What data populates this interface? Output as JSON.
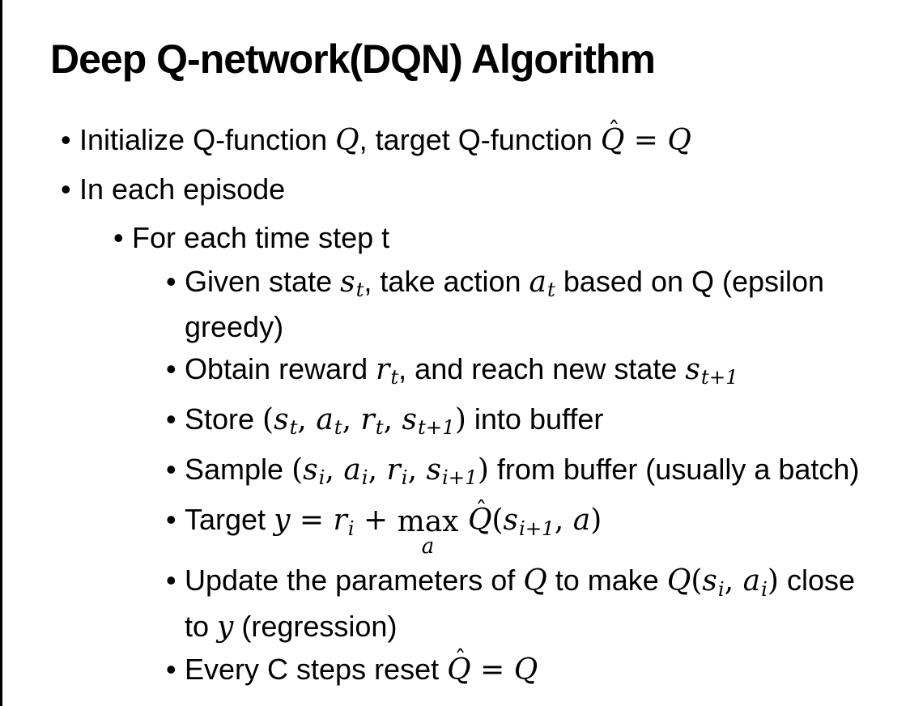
{
  "slide": {
    "title": "Deep Q-network(DQN) Algorithm",
    "bullet_char": "•",
    "hat_char": "ˆ",
    "colors": {
      "background": "#ffffff",
      "text": "#000000",
      "left_edge_line": "#000000"
    },
    "bullets": [
      {
        "level": 1,
        "lines": [
          [
            {
              "t": "text",
              "v": "Initialize Q-function "
            },
            {
              "t": "math",
              "v": "Q"
            },
            {
              "t": "text",
              "v": ", target Q-function "
            },
            {
              "t": "mhat",
              "v": "Q"
            },
            {
              "t": "mathup",
              "v": " = "
            },
            {
              "t": "math",
              "v": "Q"
            }
          ]
        ]
      },
      {
        "level": 1,
        "lines": [
          [
            {
              "t": "text",
              "v": "In each episode"
            }
          ]
        ]
      },
      {
        "level": 2,
        "lines": [
          [
            {
              "t": "text",
              "v": "For each time step t"
            }
          ]
        ]
      },
      {
        "level": 3,
        "lines": [
          [
            {
              "t": "text",
              "v": "Given state "
            },
            {
              "t": "msub",
              "v": "s",
              "s": "t"
            },
            {
              "t": "text",
              "v": ", take action "
            },
            {
              "t": "msub",
              "v": "a",
              "s": "t"
            },
            {
              "t": "text",
              "v": " based on Q (epsilon"
            }
          ],
          [
            {
              "t": "text",
              "v": "greedy)"
            }
          ]
        ]
      },
      {
        "level": 3,
        "lines": [
          [
            {
              "t": "text",
              "v": "Obtain reward "
            },
            {
              "t": "msub",
              "v": "r",
              "s": "t"
            },
            {
              "t": "text",
              "v": ", and reach new state "
            },
            {
              "t": "msub",
              "v": "s",
              "s": "t+1"
            }
          ]
        ]
      },
      {
        "level": 3,
        "lines": [
          [
            {
              "t": "text",
              "v": "Store "
            },
            {
              "t": "mathup",
              "v": "("
            },
            {
              "t": "msub",
              "v": "s",
              "s": "t"
            },
            {
              "t": "mathup",
              "v": ", "
            },
            {
              "t": "msub",
              "v": "a",
              "s": "t"
            },
            {
              "t": "mathup",
              "v": ", "
            },
            {
              "t": "msub",
              "v": "r",
              "s": "t"
            },
            {
              "t": "mathup",
              "v": ", "
            },
            {
              "t": "msub",
              "v": "s",
              "s": "t+1"
            },
            {
              "t": "mathup",
              "v": ")"
            },
            {
              "t": "text",
              "v": " into buffer"
            }
          ]
        ]
      },
      {
        "level": 3,
        "lines": [
          [
            {
              "t": "text",
              "v": "Sample "
            },
            {
              "t": "mathup",
              "v": "("
            },
            {
              "t": "msub",
              "v": "s",
              "s": "i"
            },
            {
              "t": "mathup",
              "v": ", "
            },
            {
              "t": "msub",
              "v": "a",
              "s": "i"
            },
            {
              "t": "mathup",
              "v": ", "
            },
            {
              "t": "msub",
              "v": "r",
              "s": "i"
            },
            {
              "t": "mathup",
              "v": ", "
            },
            {
              "t": "msub",
              "v": "s",
              "s": "i+1"
            },
            {
              "t": "mathup",
              "v": ")"
            },
            {
              "t": "text",
              "v": " from buffer (usually a batch)"
            }
          ]
        ]
      },
      {
        "level": 3,
        "lines": [
          [
            {
              "t": "text",
              "v": "Target "
            },
            {
              "t": "math",
              "v": "y"
            },
            {
              "t": "mathup",
              "v": " = "
            },
            {
              "t": "msub",
              "v": "r",
              "s": "i"
            },
            {
              "t": "mathup",
              "v": " + "
            },
            {
              "t": "munder",
              "v": "max",
              "u": "a"
            },
            {
              "t": "mathup",
              "v": " "
            },
            {
              "t": "mhat",
              "v": "Q"
            },
            {
              "t": "mathup",
              "v": "("
            },
            {
              "t": "msub",
              "v": "s",
              "s": "i+1"
            },
            {
              "t": "mathup",
              "v": ", "
            },
            {
              "t": "math",
              "v": "a"
            },
            {
              "t": "mathup",
              "v": ")"
            }
          ]
        ]
      },
      {
        "level": 3,
        "lines": [
          [
            {
              "t": "text",
              "v": "Update the parameters of "
            },
            {
              "t": "math",
              "v": "Q"
            },
            {
              "t": "text",
              "v": " to make "
            },
            {
              "t": "math",
              "v": "Q"
            },
            {
              "t": "mathup",
              "v": "("
            },
            {
              "t": "msub",
              "v": "s",
              "s": "i"
            },
            {
              "t": "mathup",
              "v": ", "
            },
            {
              "t": "msub",
              "v": "a",
              "s": "i"
            },
            {
              "t": "mathup",
              "v": ")"
            },
            {
              "t": "text",
              "v": " close"
            }
          ],
          [
            {
              "t": "text",
              "v": "to "
            },
            {
              "t": "math",
              "v": "y"
            },
            {
              "t": "text",
              "v": " (regression)"
            }
          ]
        ]
      },
      {
        "level": 3,
        "lines": [
          [
            {
              "t": "text",
              "v": "Every C steps reset "
            },
            {
              "t": "mhat",
              "v": "Q"
            },
            {
              "t": "mathup",
              "v": " = "
            },
            {
              "t": "math",
              "v": "Q"
            }
          ]
        ]
      }
    ]
  }
}
